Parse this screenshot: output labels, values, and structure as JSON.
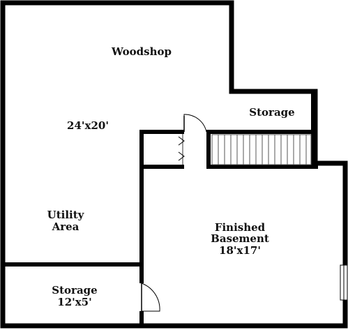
{
  "plan": {
    "colors": {
      "wall": "#000000",
      "background": "#ffffff",
      "fixture": "#555555"
    },
    "rooms": {
      "woodshop": {
        "name": "Woodshop",
        "dimensions": "24'x20'"
      },
      "storage_upper": {
        "name": "Storage"
      },
      "utility_area": {
        "line1": "Utility",
        "line2": "Area"
      },
      "finished_basement": {
        "line1": "Finished",
        "line2": "Basement",
        "dimensions": "18'x17'"
      },
      "storage_lower": {
        "name": "Storage",
        "dimensions": "12'x5'"
      }
    }
  }
}
